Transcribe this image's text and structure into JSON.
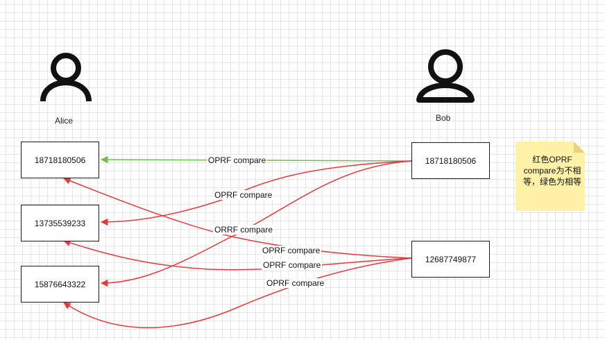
{
  "people": {
    "alice": {
      "name": "Alice"
    },
    "bob": {
      "name": "Bob"
    }
  },
  "alice_numbers": [
    "18718180506",
    "13735539233",
    "15876643322"
  ],
  "bob_numbers": [
    "18718180506",
    "12687749877"
  ],
  "edge_labels": {
    "green_match": "OPRF compare",
    "bob1_to_alice2": "OPRF compare",
    "bob1_to_alice3": "ORRF compare",
    "bob2_to_alice1": "OPRF compare",
    "bob2_to_alice2": "OPRF compare",
    "bob2_to_alice3": "OPRF compare"
  },
  "note": {
    "text": "红色OPRF compare为不相等，绿色为相等"
  },
  "colors": {
    "match": "#6cc04a",
    "mismatch": "#e5393b",
    "note_bg": "#fff2a8"
  }
}
